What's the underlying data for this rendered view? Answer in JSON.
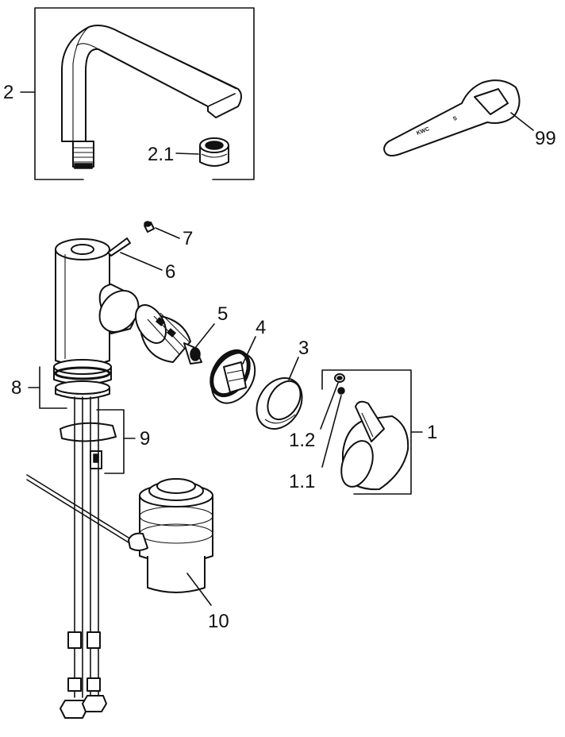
{
  "callouts": {
    "c2": "2",
    "c2_1": "2.1",
    "c99": "99",
    "c7": "7",
    "c6": "6",
    "c5": "5",
    "c4": "4",
    "c3": "3",
    "c8": "8",
    "c9": "9",
    "c1": "1",
    "c1_2": "1.2",
    "c1_1": "1.1",
    "c10": "10"
  },
  "wrench": {
    "brand": "KWC",
    "mark": "S"
  }
}
